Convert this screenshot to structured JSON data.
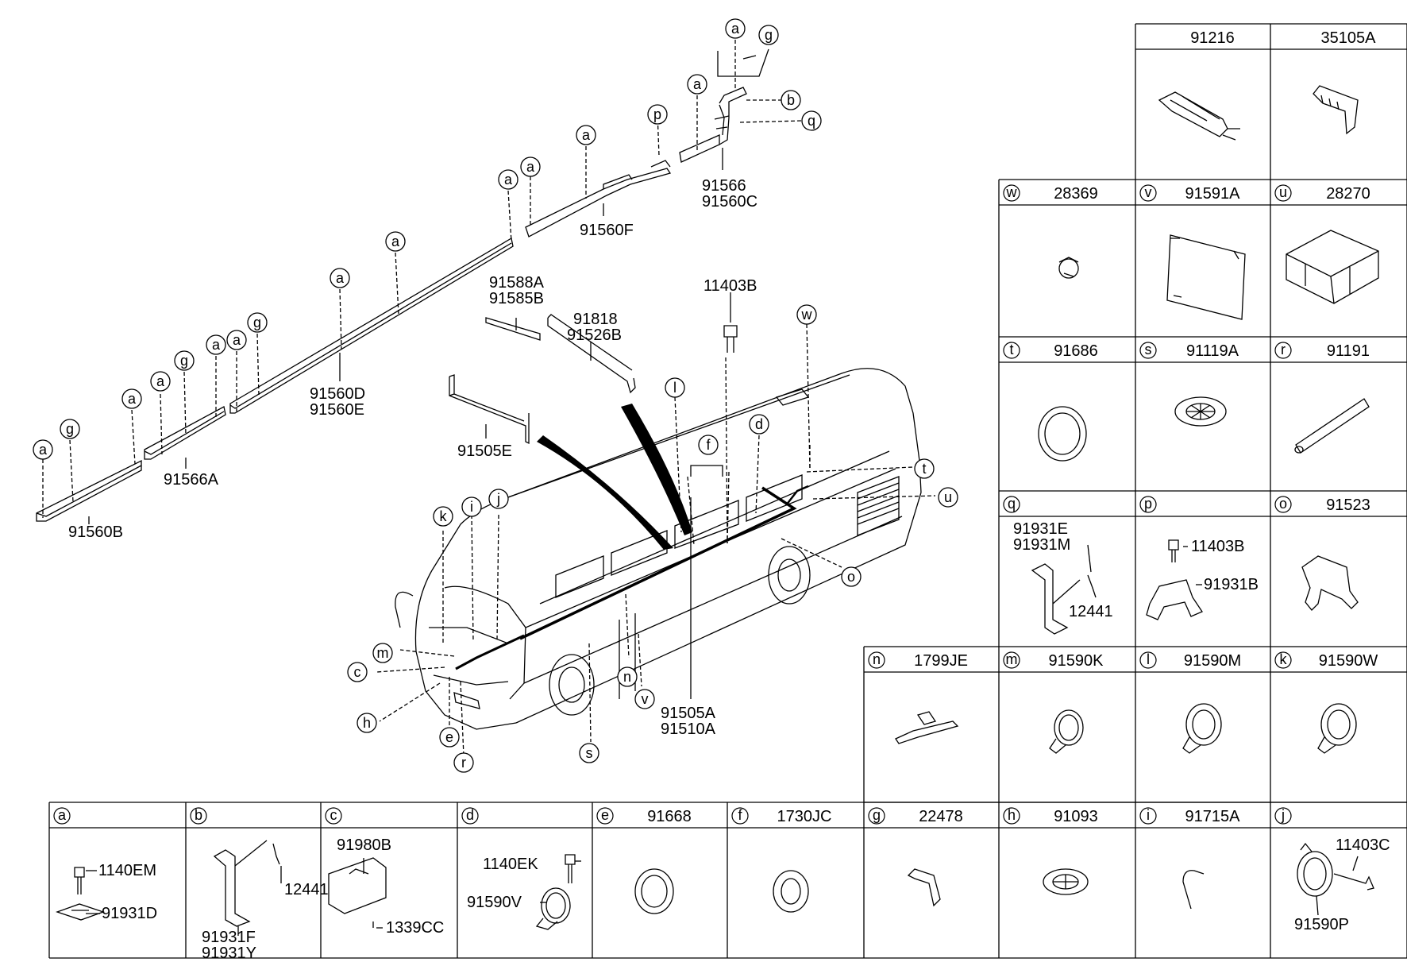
{
  "callouts": [
    "a",
    "b",
    "c",
    "d",
    "e",
    "f",
    "g",
    "h",
    "i",
    "j",
    "k",
    "l",
    "m",
    "n",
    "o",
    "p",
    "q",
    "r",
    "s",
    "t",
    "u",
    "v",
    "w"
  ],
  "labels": {
    "p91560B": "91560B",
    "p91566A": "91566A",
    "p91560D": "91560D",
    "p91560E": "91560E",
    "p91560F": "91560F",
    "p91566": "91566",
    "p91560C": "91560C",
    "p91588A": "91588A",
    "p91585B": "91585B",
    "p91818": "91818",
    "p91526B": "91526B",
    "p91505E": "91505E",
    "p11403B": "11403B",
    "p91505A": "91505A",
    "p91510A": "91510A"
  },
  "table": {
    "right_cells": [
      {
        "key": "",
        "code": "91216"
      },
      {
        "key": "",
        "code": "35105A"
      },
      {
        "key": "w",
        "code": "28369"
      },
      {
        "key": "v",
        "code": "91591A"
      },
      {
        "key": "u",
        "code": "28270"
      },
      {
        "key": "t",
        "code": "91686"
      },
      {
        "key": "s",
        "code": "91119A"
      },
      {
        "key": "r",
        "code": "91191"
      },
      {
        "key": "q",
        "code": ""
      },
      {
        "key": "p",
        "code": ""
      },
      {
        "key": "o",
        "code": "91523"
      },
      {
        "key": "n",
        "code": "1799JE"
      },
      {
        "key": "m",
        "code": "91590K"
      },
      {
        "key": "l",
        "code": "91590M"
      },
      {
        "key": "k",
        "code": "91590W"
      }
    ],
    "bottom_cells": [
      {
        "key": "a",
        "code": ""
      },
      {
        "key": "b",
        "code": ""
      },
      {
        "key": "c",
        "code": ""
      },
      {
        "key": "d",
        "code": ""
      },
      {
        "key": "e",
        "code": "91668"
      },
      {
        "key": "f",
        "code": "1730JC"
      },
      {
        "key": "g",
        "code": "22478"
      },
      {
        "key": "h",
        "code": "91093"
      },
      {
        "key": "i",
        "code": "91715A"
      },
      {
        "key": "j",
        "code": ""
      }
    ],
    "sub_labels": {
      "q1": "91931E",
      "q2": "91931M",
      "q3": "12441",
      "p1": "11403B",
      "p2": "91931B",
      "a1": "1140EM",
      "a2": "91931D",
      "b1": "12441",
      "b2": "91931F",
      "b3": "91931Y",
      "c1": "91980B",
      "c2": "1339CC",
      "d1": "1140EK",
      "d2": "91590V",
      "j1": "11403C",
      "j2": "91590P"
    }
  }
}
